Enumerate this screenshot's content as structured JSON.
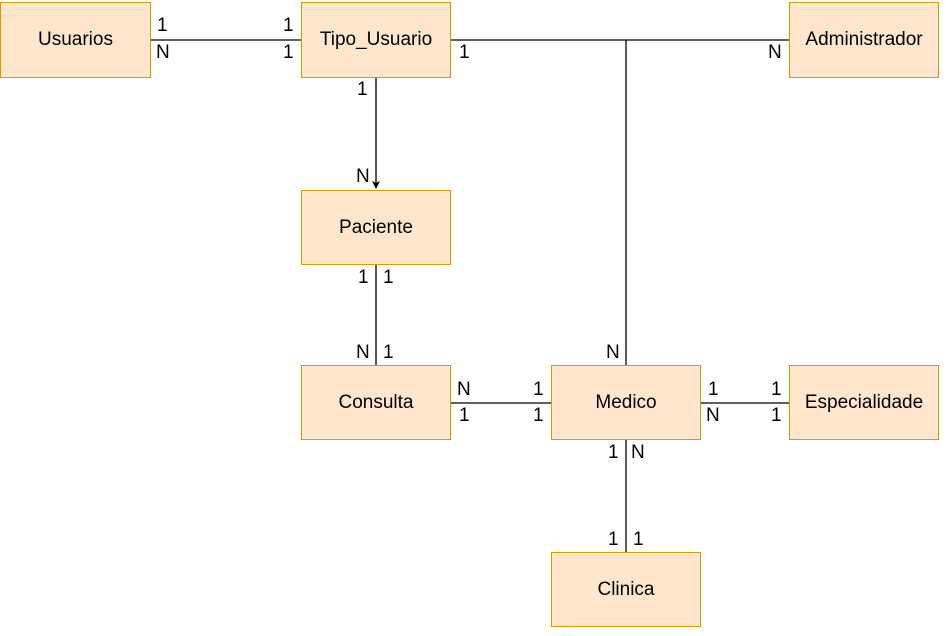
{
  "entities": {
    "usuarios": "Usuarios",
    "tipo_usuario": "Tipo_Usuario",
    "administrador": "Administrador",
    "paciente": "Paciente",
    "consulta": "Consulta",
    "medico": "Medico",
    "especialidade": "Especialidade",
    "clinica": "Clinica"
  },
  "relationships": [
    {
      "from": "Usuarios",
      "to": "Tipo_Usuario",
      "from_card": [
        "1",
        "N"
      ],
      "to_card": [
        "1",
        "1"
      ]
    },
    {
      "from": "Tipo_Usuario",
      "to": "Administrador",
      "from_card": [
        "1"
      ],
      "to_card": [
        "N"
      ]
    },
    {
      "from": "Tipo_Usuario",
      "to": "Medico",
      "from_card": [
        "1"
      ],
      "to_card": [
        "N"
      ]
    },
    {
      "from": "Tipo_Usuario",
      "to": "Paciente",
      "from_card": [
        "1"
      ],
      "to_card": [
        "N"
      ]
    },
    {
      "from": "Paciente",
      "to": "Consulta",
      "from_card": [
        "1",
        "1"
      ],
      "to_card": [
        "N",
        "1"
      ]
    },
    {
      "from": "Consulta",
      "to": "Medico",
      "from_card": [
        "N",
        "1"
      ],
      "to_card": [
        "1",
        "1"
      ]
    },
    {
      "from": "Medico",
      "to": "Especialidade",
      "from_card": [
        "1",
        "N"
      ],
      "to_card": [
        "1",
        "1"
      ]
    },
    {
      "from": "Medico",
      "to": "Clinica",
      "from_card": [
        "1",
        "N"
      ],
      "to_card": [
        "1",
        "1"
      ]
    }
  ],
  "colors": {
    "entity_fill": "#ffe6cc",
    "entity_border": "#d79b00",
    "line": "#000000"
  }
}
